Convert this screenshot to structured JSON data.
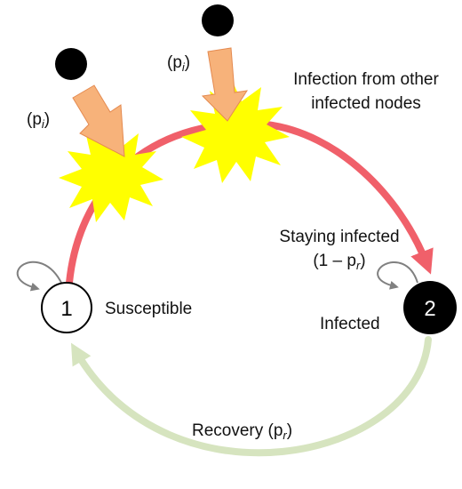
{
  "nodes": {
    "susceptible": {
      "number": "1",
      "label": "Susceptible"
    },
    "infected": {
      "number": "2",
      "label": "Infected"
    }
  },
  "labels": {
    "infection_line1": "Infection from other",
    "infection_line2": "infected nodes",
    "staying_line1": "Staying infected",
    "staying_prefix": "(1 – p",
    "staying_sub": "r",
    "staying_suffix": ")",
    "recovery_prefix": "Recovery (p",
    "recovery_sub": "r",
    "recovery_suffix": ")",
    "pi_left_open": "(p",
    "pi_left_sub": "i",
    "pi_left_close": ")",
    "pi_top_open": "(p",
    "pi_top_sub": "i",
    "pi_top_close": ")"
  },
  "colors": {
    "infection_arrow": "#f0606a",
    "recovery_arrow": "#d6e4bf",
    "infected_node": "#000000",
    "orange_arrow": "#f7b27a",
    "orange_arrow_edge": "#e48a50",
    "burst": "#ffff00",
    "self_loop": "#808080"
  }
}
